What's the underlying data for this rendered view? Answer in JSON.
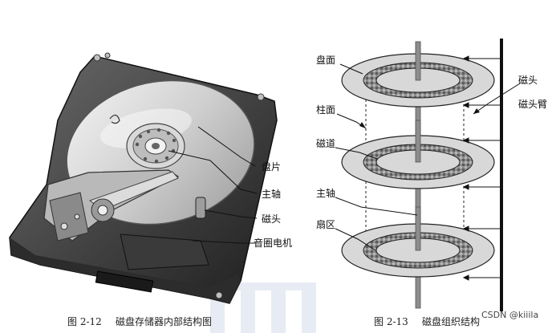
{
  "figure_left": {
    "labels": {
      "platter": "盘片",
      "spindle": "主轴",
      "head": "磁头",
      "voice_coil_motor": "音圈电机"
    },
    "caption_number": "图 2-12",
    "caption_title": "磁盘存储器内部结构图"
  },
  "figure_right": {
    "labels": {
      "surface": "盘面",
      "cylinder": "柱面",
      "track": "磁道",
      "spindle": "主轴",
      "sector": "扇区",
      "head": "磁头",
      "head_arm": "磁头臂"
    },
    "caption_number": "图 2-13",
    "caption_title": "磁盘组织结构"
  },
  "watermark": "CSDN @kiiila"
}
